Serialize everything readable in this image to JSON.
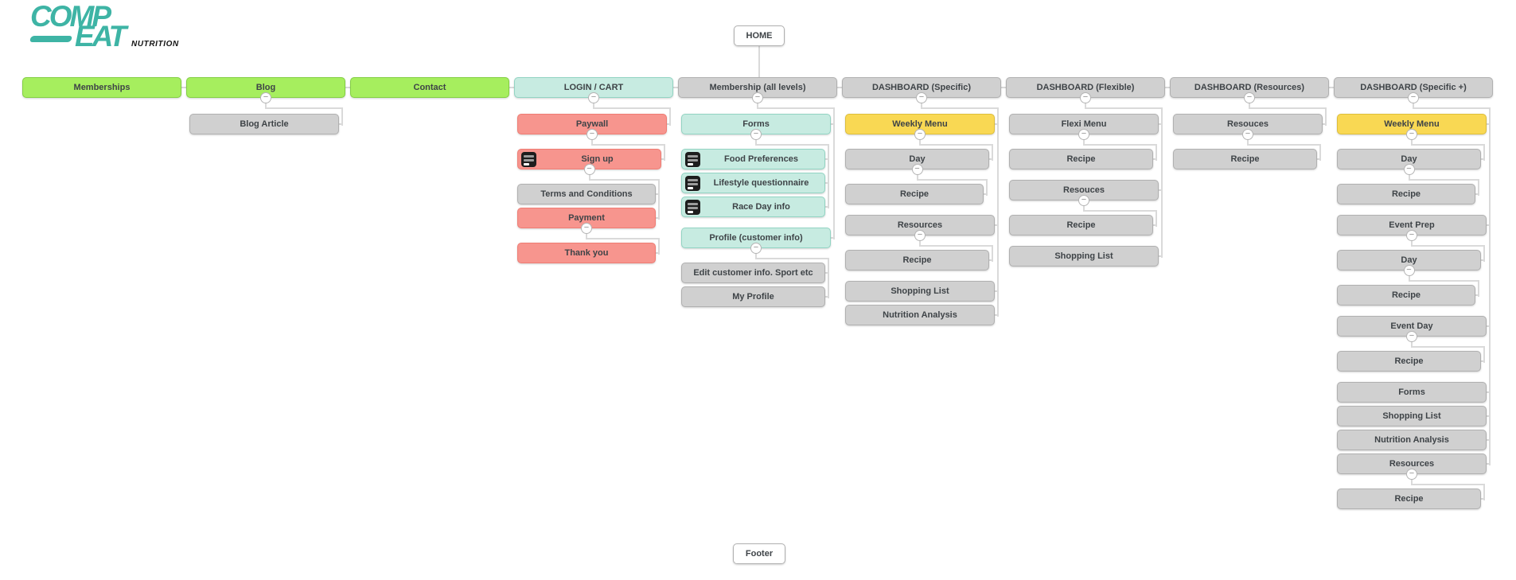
{
  "logo": {
    "line1": "COMP",
    "line2": "EAT",
    "tagline": "NUTRITION",
    "brand_color": "#3eb4a5",
    "tagline_color": "#141414"
  },
  "ui": {
    "collapse_glyph": "−"
  },
  "palette": {
    "connector": "#dadada",
    "text": "#3e4347",
    "icon_bg": "#1d1d1d",
    "types": {
      "green": {
        "fill": "#a6ee5e",
        "border": "#83cf43"
      },
      "mint": {
        "fill": "#c7ebe1",
        "border": "#92d4c3"
      },
      "red": {
        "fill": "#f7958e",
        "border": "#ef7c73"
      },
      "yellow": {
        "fill": "#f9d853",
        "border": "#ddbe3b"
      },
      "gray": {
        "fill": "#d0d0d0",
        "border": "#b0b0b0"
      }
    }
  },
  "home": {
    "label": "HOME",
    "type": "gray"
  },
  "footer": {
    "label": "Footer",
    "type": "gray"
  },
  "columns": [
    {
      "label": "Memberships",
      "type": "green",
      "children": []
    },
    {
      "label": "Blog",
      "type": "green",
      "children": [
        {
          "label": "Blog Article",
          "type": "gray"
        }
      ]
    },
    {
      "label": "Contact",
      "type": "green",
      "children": []
    },
    {
      "label": "LOGIN / CART",
      "type": "mint",
      "children": [
        {
          "label": "Paywall",
          "type": "red",
          "children": [
            {
              "label": "Sign up",
              "type": "red",
              "icon": true,
              "children": [
                {
                  "label": "Terms and Conditions",
                  "type": "gray"
                },
                {
                  "label": "Payment",
                  "type": "red",
                  "children": [
                    {
                      "label": "Thank you",
                      "type": "red"
                    }
                  ]
                }
              ]
            }
          ]
        }
      ]
    },
    {
      "label": "Membership (all levels)",
      "type": "gray",
      "children": [
        {
          "label": "Forms",
          "type": "mint",
          "children": [
            {
              "label": "Food Preferences",
              "type": "mint",
              "icon": true
            },
            {
              "label": "Lifestyle questionnaire",
              "type": "mint",
              "icon": true
            },
            {
              "label": "Race Day info",
              "type": "mint",
              "icon": true
            }
          ]
        },
        {
          "label": "Profile (customer info)",
          "type": "mint",
          "children": [
            {
              "label": "Edit customer info. Sport etc",
              "type": "gray"
            },
            {
              "label": "My Profile",
              "type": "gray"
            }
          ]
        }
      ]
    },
    {
      "label": "DASHBOARD (Specific)",
      "type": "gray",
      "children": [
        {
          "label": "Weekly Menu",
          "type": "yellow",
          "children": [
            {
              "label": "Day",
              "type": "gray",
              "children": [
                {
                  "label": "Recipe",
                  "type": "gray"
                }
              ]
            }
          ]
        },
        {
          "label": "Resources",
          "type": "gray",
          "children": [
            {
              "label": "Recipe",
              "type": "gray"
            }
          ]
        },
        {
          "label": "Shopping List",
          "type": "gray"
        },
        {
          "label": "Nutrition Analysis",
          "type": "gray"
        }
      ]
    },
    {
      "label": "DASHBOARD (Flexible)",
      "type": "gray",
      "children": [
        {
          "label": "Flexi Menu",
          "type": "gray",
          "children": [
            {
              "label": "Recipe",
              "type": "gray"
            }
          ]
        },
        {
          "label": "Resouces",
          "type": "gray",
          "children": [
            {
              "label": "Recipe",
              "type": "gray"
            }
          ]
        },
        {
          "label": "Shopping List",
          "type": "gray"
        }
      ]
    },
    {
      "label": "DASHBOARD (Resources)",
      "type": "gray",
      "children": [
        {
          "label": "Resouces",
          "type": "gray",
          "children": [
            {
              "label": "Recipe",
              "type": "gray"
            }
          ]
        }
      ]
    },
    {
      "label": "DASHBOARD (Specific +)",
      "type": "gray",
      "children": [
        {
          "label": "Weekly Menu",
          "type": "yellow",
          "children": [
            {
              "label": "Day",
              "type": "gray",
              "children": [
                {
                  "label": "Recipe",
                  "type": "gray"
                }
              ]
            }
          ]
        },
        {
          "label": "Event Prep",
          "type": "gray",
          "children": [
            {
              "label": "Day",
              "type": "gray",
              "children": [
                {
                  "label": "Recipe",
                  "type": "gray"
                }
              ]
            }
          ]
        },
        {
          "label": "Event Day",
          "type": "gray",
          "children": [
            {
              "label": "Recipe",
              "type": "gray"
            }
          ]
        },
        {
          "label": "Forms",
          "type": "gray"
        },
        {
          "label": "Shopping List",
          "type": "gray"
        },
        {
          "label": "Nutrition Analysis",
          "type": "gray"
        },
        {
          "label": "Resources",
          "type": "gray",
          "children": [
            {
              "label": "Recipe",
              "type": "gray"
            }
          ]
        }
      ]
    }
  ]
}
